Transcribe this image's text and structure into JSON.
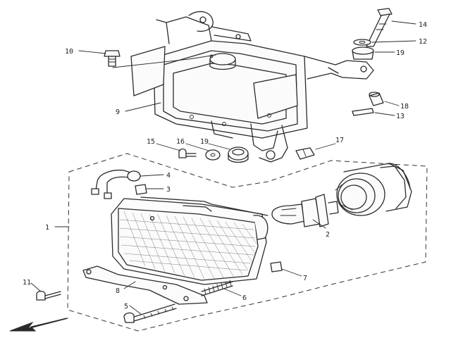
{
  "diagram": {
    "callouts": [
      {
        "id": "c1",
        "text": "1"
      },
      {
        "id": "c2",
        "text": "2"
      },
      {
        "id": "c3",
        "text": "3"
      },
      {
        "id": "c4",
        "text": "4"
      },
      {
        "id": "c5",
        "text": "5"
      },
      {
        "id": "c6",
        "text": "6"
      },
      {
        "id": "c7",
        "text": "7"
      },
      {
        "id": "c8",
        "text": "8"
      },
      {
        "id": "c9",
        "text": "9"
      },
      {
        "id": "c10",
        "text": "10"
      },
      {
        "id": "c11",
        "text": "11"
      },
      {
        "id": "c12",
        "text": "12"
      },
      {
        "id": "c13",
        "text": "13"
      },
      {
        "id": "c14",
        "text": "14"
      },
      {
        "id": "c15",
        "text": "15"
      },
      {
        "id": "c16",
        "text": "16"
      },
      {
        "id": "c17",
        "text": "17"
      },
      {
        "id": "c18",
        "text": "18"
      },
      {
        "id": "c19a",
        "text": "19"
      },
      {
        "id": "c19b",
        "text": "19"
      }
    ]
  }
}
